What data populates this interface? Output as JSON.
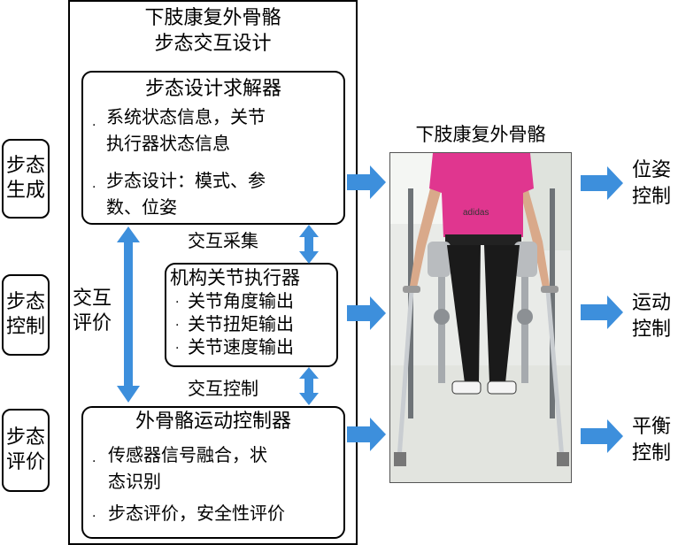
{
  "left_labels": [
    {
      "line1": "步态",
      "line2": "生成"
    },
    {
      "line1": "步态",
      "line2": "控制"
    },
    {
      "line1": "步态",
      "line2": "评价"
    }
  ],
  "main": {
    "title_line1": "下肢康复外骨骼",
    "title_line2": "步态交互设计"
  },
  "solver": {
    "title": "步态设计求解器",
    "item1_line1": "系统状态信息，关节",
    "item1_line2": "执行器状态信息",
    "item2_line1": "步态设计：模式、参",
    "item2_line2": "数、位姿"
  },
  "collect_label": "交互采集",
  "actuator": {
    "title": "机构关节执行器",
    "items": [
      "关节角度输出",
      "关节扭矩输出",
      "关节速度输出"
    ]
  },
  "control_label": "交互控制",
  "eval_label_line1": "交互",
  "eval_label_line2": "评价",
  "controller": {
    "title": "外骨骼运动控制器",
    "item1_line1": "传感器信号融合，状",
    "item1_line2": "态识别",
    "item2": "步态评价，安全性评价"
  },
  "photo_title": "下肢康复外骨骼",
  "right_labels": [
    {
      "line1": "位姿",
      "line2": "控制"
    },
    {
      "line1": "运动",
      "line2": "控制"
    },
    {
      "line1": "平衡",
      "line2": "控制"
    }
  ],
  "colors": {
    "arrow": "#3d8fdc",
    "shirt": "#e0368f",
    "pants": "#1a1a1a",
    "frame": "#9aa0a6"
  }
}
